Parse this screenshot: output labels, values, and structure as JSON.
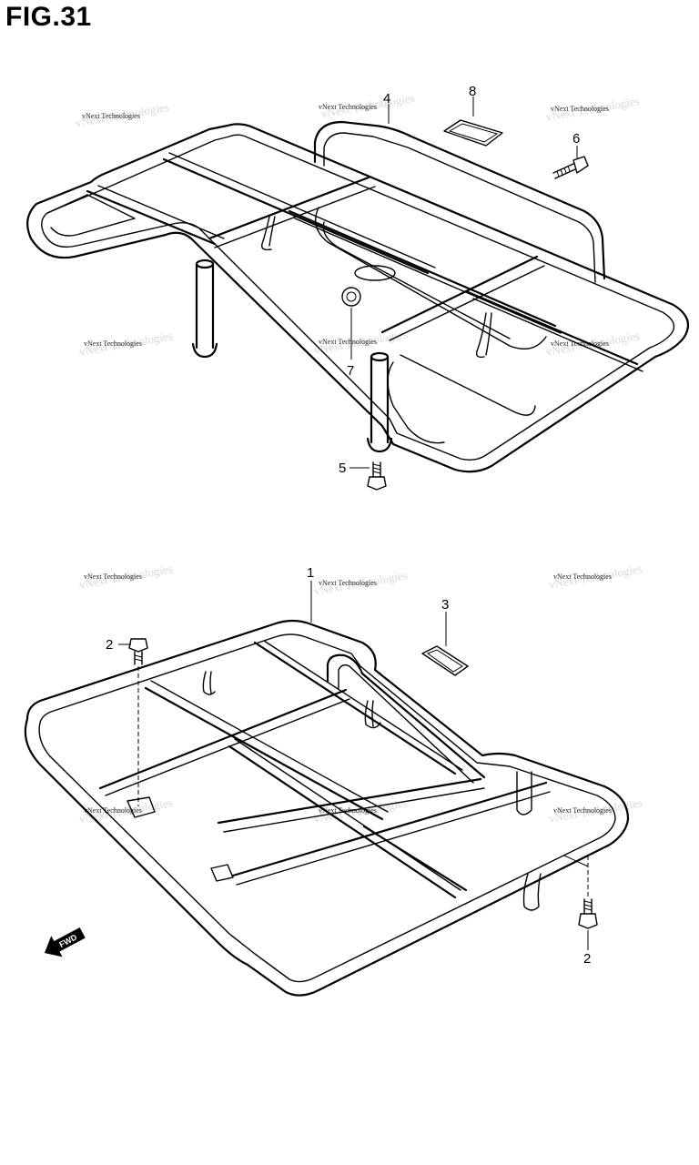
{
  "figure": {
    "title": "FIG.31"
  },
  "watermark": {
    "text": "vNext Technologies"
  },
  "fwd_label": "FWD",
  "callouts": {
    "p1": "1",
    "p2a": "2",
    "p2b": "2",
    "p3": "3",
    "p4": "4",
    "p5": "5",
    "p6": "6",
    "p7": "7",
    "p8": "8"
  }
}
